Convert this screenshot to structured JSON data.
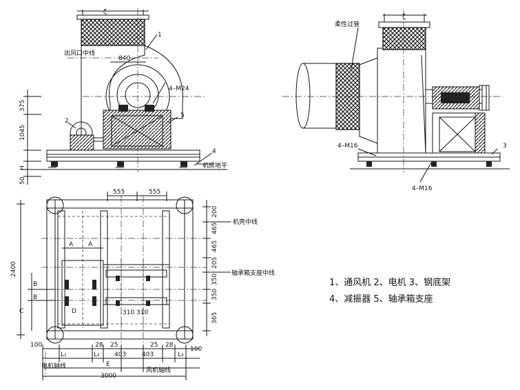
{
  "legend": {
    "line1": "1、通风机  2、电机  3、钢底架",
    "line2": "4、减振器  5、轴承箱支座"
  },
  "side_view": {
    "part_1": "1",
    "part_2": "2",
    "part_4": "4",
    "part_5": "5",
    "outlet_centerline": "出风口中线",
    "dim_840": "840",
    "bolt_m24": "4–M24",
    "dim_375": "375",
    "dim_1045": "1045",
    "dim_h": "H",
    "dim_50": "50",
    "floor": "机房地平"
  },
  "end_view": {
    "flexible_duct": "柔性过管",
    "bolt_m16_left": "4–M16",
    "bolt_m16_bottom": "4–M16",
    "part_3": "3"
  },
  "plan_view": {
    "dim_555_left": "555",
    "dim_555_right": "555",
    "dim_200": "200",
    "dim_465_top": "465",
    "dim_465_mid": "465",
    "dim_205": "205",
    "dim_350_a": "350",
    "dim_350_b": "350",
    "dim_365": "365",
    "dim_2400": "2400",
    "casing_centerline": "机壳中线",
    "bearing_centerline": "轴承箱支座中线",
    "label_a1": "A",
    "label_a2": "A",
    "label_b1": "B",
    "label_b2": "B",
    "label_c": "C",
    "label_d": "D",
    "label_e": "E",
    "dim_310_a": "310",
    "dim_310_b": "310",
    "dim_100_left": "100",
    "dim_28_left": "28",
    "dim_25_left": "25",
    "dim_403_left": "403",
    "dim_403_right": "403",
    "dim_25_right": "25",
    "dim_28_right": "28",
    "dim_100_right": "100",
    "label_l1": "L₁",
    "label_l2": "L₂",
    "label_l3": "L₃",
    "motor_axis": "电机轴线",
    "fan_axis": "风机轴线",
    "dim_3000": "3000"
  }
}
